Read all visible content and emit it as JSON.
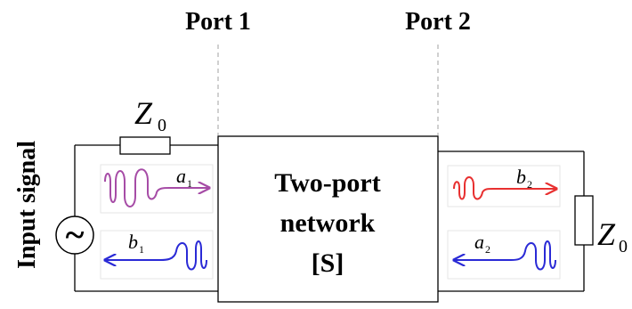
{
  "ports": {
    "port1_label": "Port 1",
    "port2_label": "Port 2"
  },
  "network": {
    "line1": "Two-port",
    "line2": "network",
    "line3": "[S]"
  },
  "source": {
    "label": "Input signal",
    "symbol": "~"
  },
  "impedances": {
    "left": {
      "symbol": "Z",
      "subscript": "0"
    },
    "right": {
      "symbol": "Z",
      "subscript": "0"
    }
  },
  "waves": {
    "a1": {
      "symbol": "a",
      "subscript": "1",
      "color": "#a64ca6"
    },
    "b1": {
      "symbol": "b",
      "subscript": "1",
      "color": "#2a2ad6"
    },
    "b2": {
      "symbol": "b",
      "subscript": "2",
      "color": "#e83030"
    },
    "a2": {
      "symbol": "a",
      "subscript": "2",
      "color": "#2a2ad6"
    }
  }
}
